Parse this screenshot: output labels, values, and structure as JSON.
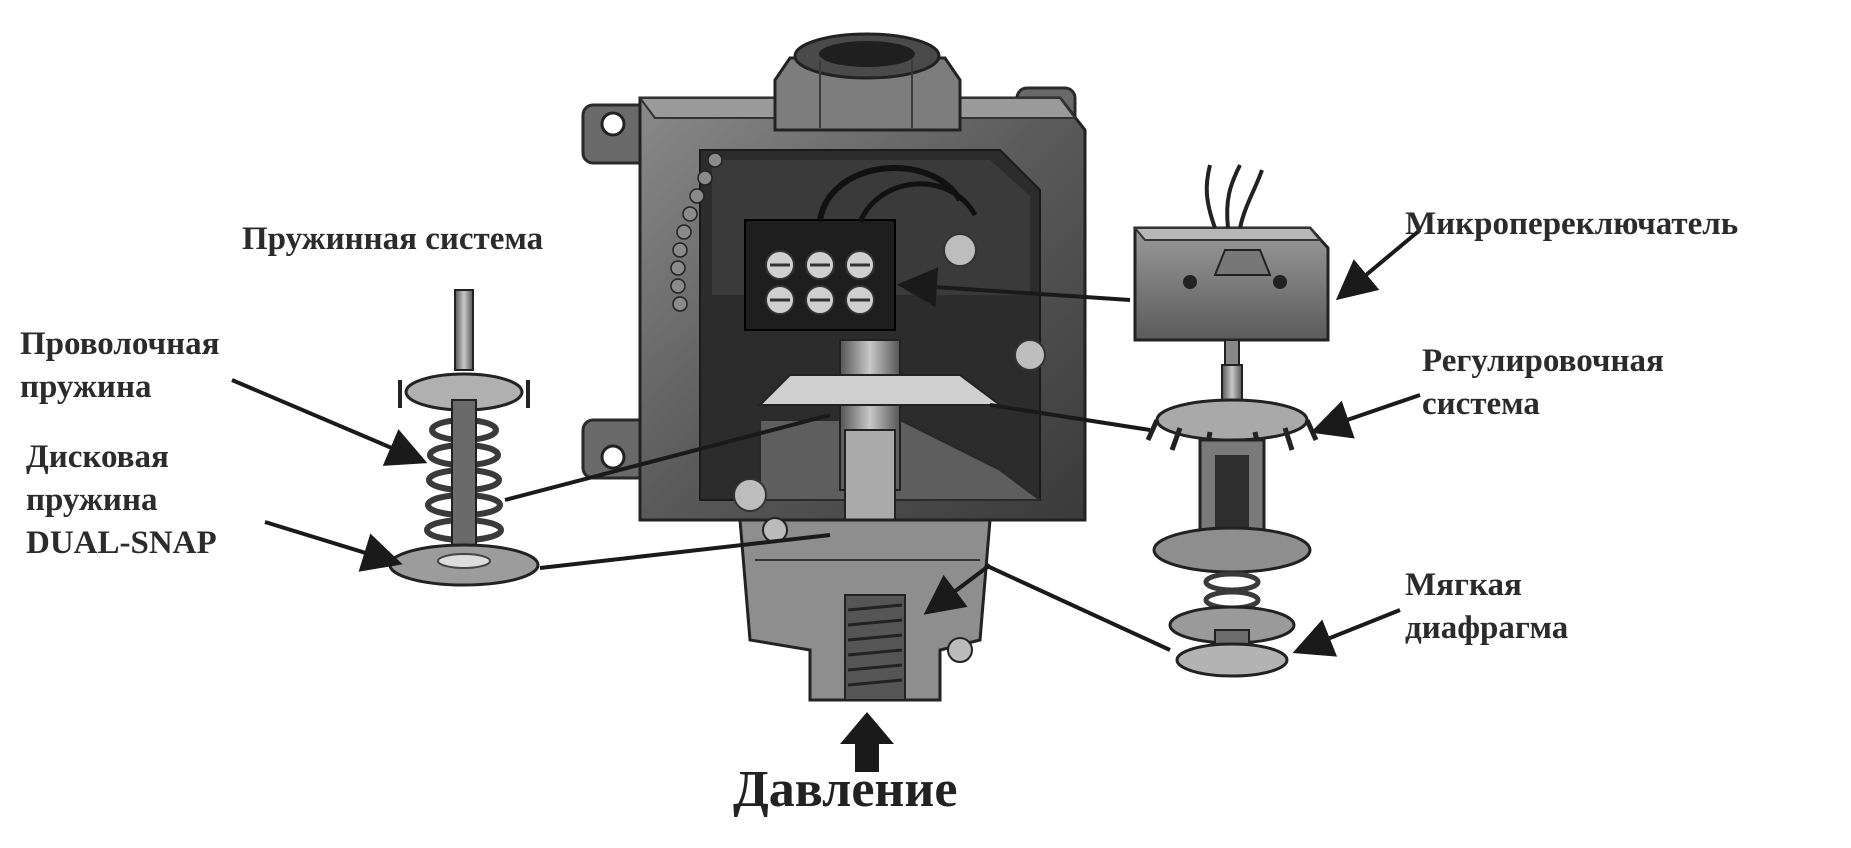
{
  "labels": {
    "spring_system": "Пружинная система",
    "micro_switch": "Микропереключатель",
    "wire_spring": [
      "Проволочная",
      "пружина"
    ],
    "disc_spring": [
      "Дисковая",
      "пружина",
      "DUAL-SNAP"
    ],
    "adjust_system": [
      "Регулировочная",
      "система"
    ],
    "soft_diaphragm": [
      "Мягкая",
      "диафрагма"
    ],
    "pressure": "Давление"
  },
  "colors": {
    "text": "#2b2b2b",
    "metal_dark": "#3d3d3d",
    "metal_mid": "#6e6e6e",
    "metal_light": "#b5b5b5",
    "arrow": "#1a1a1a"
  },
  "icons": [
    "pressure-arrow-icon"
  ]
}
